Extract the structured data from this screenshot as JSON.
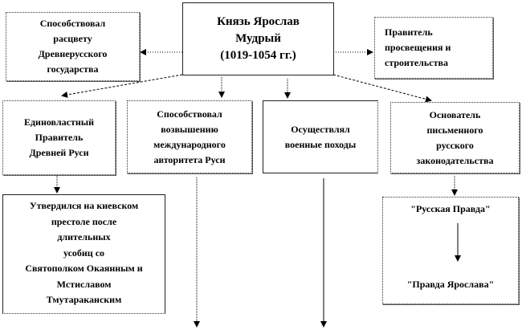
{
  "center": {
    "lines": [
      "Князь Ярослав",
      "Мудрый",
      "(1019-1054 гг.)"
    ]
  },
  "top_left": {
    "lines": [
      "Способствовал",
      "расцвету",
      "Древнерусского",
      "государства"
    ]
  },
  "top_right": {
    "lines": [
      "Правитель",
      "просвещения и",
      "строительства"
    ]
  },
  "row2": [
    {
      "lines": [
        "Единовластный",
        "Правитель",
        "Древней Руси"
      ]
    },
    {
      "lines": [
        "Способствовал",
        "возвышению",
        "международного",
        "авторитета Руси"
      ]
    },
    {
      "lines": [
        "Осуществлял",
        "военные походы"
      ]
    },
    {
      "lines": [
        "Основатель",
        "письменного",
        "русского",
        "законодательства"
      ]
    }
  ],
  "bottom_left": {
    "lines": [
      "Утвердился на киевском",
      "престоле после",
      "длительных",
      "усобиц со",
      "Святополком Окаянным и",
      "Мстиславом",
      "Тмутараканским"
    ]
  },
  "bottom_right": {
    "top": "\"Русская  Правда\"",
    "bottom": "\"Правда Ярослава\""
  }
}
